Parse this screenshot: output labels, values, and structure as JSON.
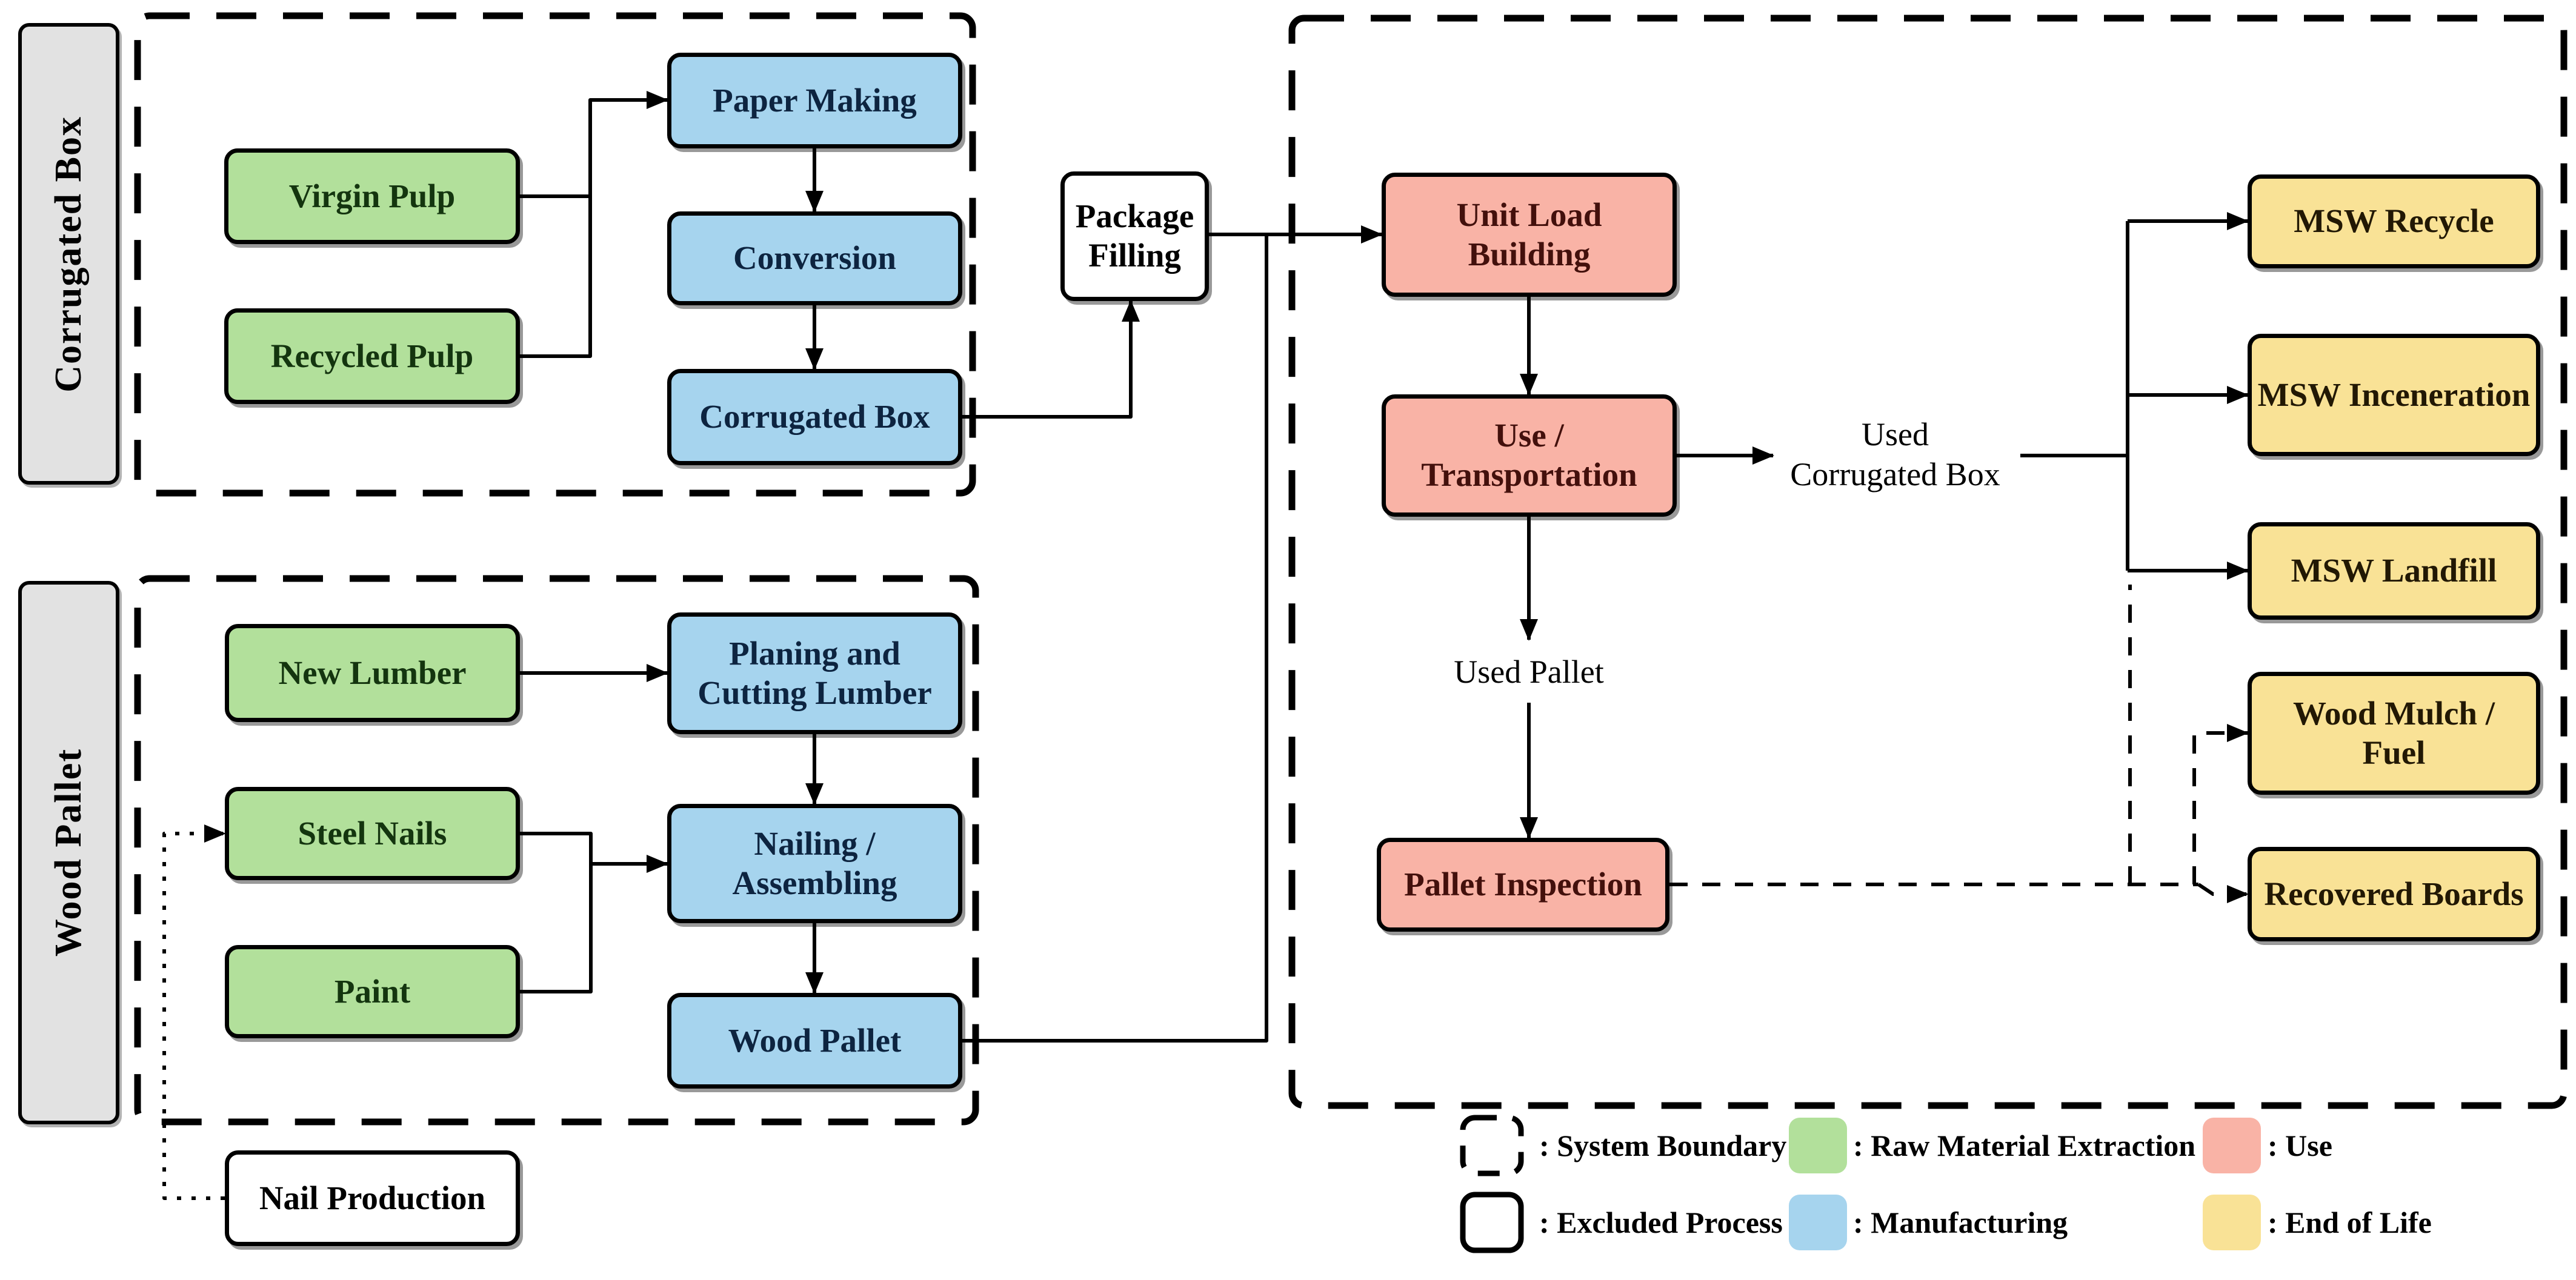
{
  "lanes": {
    "corrugated_box": "Corrugated Box",
    "wood_pallet": "Wood Pallet"
  },
  "nodes": {
    "virgin_pulp": "Virgin Pulp",
    "recycled_pulp": "Recycled Pulp",
    "paper_making": "Paper Making",
    "conversion": "Conversion",
    "corrugated_box": "Corrugated Box",
    "new_lumber": "New Lumber",
    "steel_nails": "Steel Nails",
    "paint": "Paint",
    "wood_pallet": "Wood Pallet",
    "nail_production": "Nail  Production",
    "pallet_inspection": "Pallet Inspection",
    "msw_recycle": "MSW Recycle",
    "msw_inceneration": "MSW Inceneration",
    "msw_landfill": "MSW Landfill",
    "recovered_boards": "Recovered Boards"
  },
  "nodes_wrapped": {
    "package_filling": [
      "Package",
      "Filling"
    ],
    "unit_load_building": [
      "Unit Load",
      "Building"
    ],
    "use_transportation": [
      "Use /",
      "Transportation"
    ],
    "planing_cutting_lumber": [
      "Planing and",
      "Cutting Lumber"
    ],
    "nailing_assembling": [
      "Nailing /",
      "Assembling"
    ],
    "wood_mulch_fuel": [
      "Wood Mulch /",
      "Fuel"
    ]
  },
  "flow_labels": {
    "used_corrugated_box": [
      "Used",
      "Corrugated Box"
    ],
    "used_pallet": "Used Pallet"
  },
  "legend": {
    "system_boundary": ": System Boundary",
    "excluded_process": ": Excluded Process",
    "raw_material_extraction": ": Raw Material Extraction",
    "manufacturing": ": Manufacturing",
    "use": ": Use",
    "end_of_life": ": End of Life"
  },
  "colors": {
    "raw_material": "#b2e09b",
    "manufacturing": "#a6d4ee",
    "use_fill": "#f9b3a6",
    "end_of_life_fill": "#f9e296",
    "excluded_fill": "#ffffff",
    "lane_fill": "#e2e2e2",
    "line": "#000000"
  },
  "edges": [
    {
      "from": "Virgin Pulp",
      "to": "Paper Making",
      "style": "solid"
    },
    {
      "from": "Recycled Pulp",
      "to": "Paper Making",
      "style": "solid"
    },
    {
      "from": "Paper Making",
      "to": "Conversion",
      "style": "solid"
    },
    {
      "from": "Conversion",
      "to": "Corrugated Box",
      "style": "solid"
    },
    {
      "from": "Corrugated Box",
      "to": "Package Filling",
      "style": "solid"
    },
    {
      "from": "Package Filling",
      "to": "Unit Load Building",
      "style": "solid"
    },
    {
      "from": "Wood Pallet",
      "to": "Unit Load Building",
      "style": "solid"
    },
    {
      "from": "Unit Load Building",
      "to": "Use / Transportation",
      "style": "solid"
    },
    {
      "from": "Use / Transportation",
      "to": "Used Corrugated Box",
      "style": "solid"
    },
    {
      "from": "Used Corrugated Box",
      "to": "MSW Recycle",
      "style": "solid"
    },
    {
      "from": "Used Corrugated Box",
      "to": "MSW Inceneration",
      "style": "solid"
    },
    {
      "from": "Used Corrugated Box",
      "to": "MSW Landfill",
      "style": "solid"
    },
    {
      "from": "Use / Transportation",
      "to": "Used Pallet",
      "style": "solid"
    },
    {
      "from": "Used Pallet",
      "to": "Pallet Inspection",
      "style": "solid"
    },
    {
      "from": "Pallet Inspection",
      "to": "MSW Landfill",
      "style": "dashed"
    },
    {
      "from": "Pallet Inspection",
      "to": "Wood Mulch / Fuel",
      "style": "dashed"
    },
    {
      "from": "Pallet Inspection",
      "to": "Recovered Boards",
      "style": "dashed"
    },
    {
      "from": "New Lumber",
      "to": "Planing and Cutting Lumber",
      "style": "solid"
    },
    {
      "from": "Planing and Cutting Lumber",
      "to": "Nailing / Assembling",
      "style": "solid"
    },
    {
      "from": "Steel Nails",
      "to": "Nailing / Assembling",
      "style": "solid"
    },
    {
      "from": "Paint",
      "to": "Nailing / Assembling",
      "style": "solid"
    },
    {
      "from": "Nailing / Assembling",
      "to": "Wood Pallet",
      "style": "solid"
    },
    {
      "from": "Nail Production",
      "to": "Steel Nails",
      "style": "dotted"
    }
  ]
}
